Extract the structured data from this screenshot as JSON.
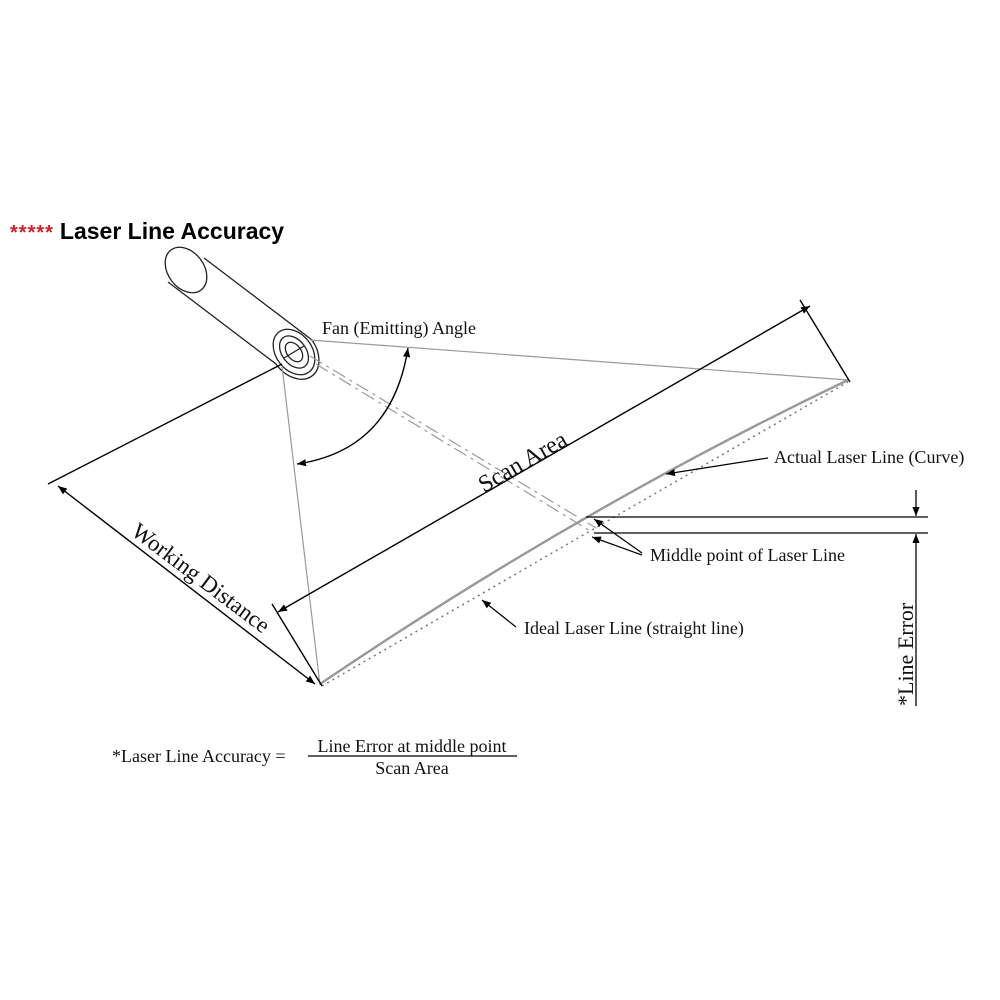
{
  "title": {
    "stars": "*****",
    "text": "Laser Line Accuracy"
  },
  "labels": {
    "fan_angle": "Fan (Emitting) Angle",
    "scan_area": "Scan Area",
    "working_distance": "Working Distance",
    "actual_line": "Actual Laser Line (Curve)",
    "middle_point": "Middle point of Laser Line",
    "ideal_line": "Ideal Laser Line (straight line)",
    "line_error": "*Line Error"
  },
  "formula": {
    "lhs": "*Laser Line Accuracy =",
    "numerator": "Line Error at middle point",
    "denominator": "Scan Area"
  },
  "colors": {
    "accent": "#d0202a",
    "ink": "#000000",
    "ray": "#999999"
  }
}
